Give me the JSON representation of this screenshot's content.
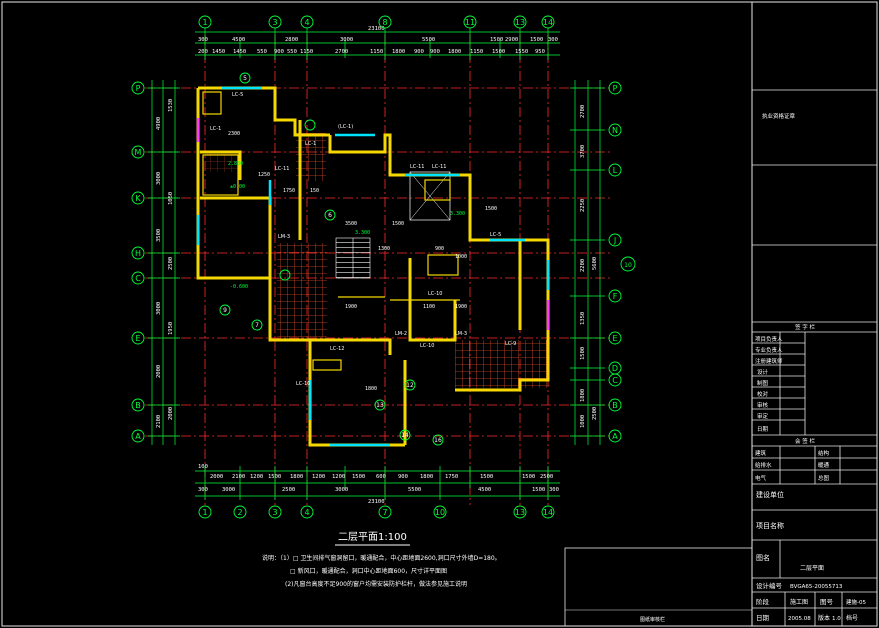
{
  "drawing": {
    "grid_top_labels": [
      "1",
      "3",
      "4",
      "8",
      "11",
      "13",
      "14"
    ],
    "grid_bottom_labels": [
      "1",
      "2",
      "3",
      "4",
      "7",
      "10",
      "13",
      "14"
    ],
    "grid_left_labels": [
      "P",
      "M",
      "K",
      "H",
      "C",
      "E",
      "B",
      "A"
    ],
    "grid_right_labels": [
      "P",
      "N",
      "L",
      "J",
      "10",
      "F",
      "E",
      "D",
      "C",
      "B",
      "A"
    ],
    "dim_top_total": "23100",
    "dim_top_row1": [
      "300",
      "4500",
      "2800",
      "3000",
      "5500",
      "1500",
      "2900",
      "1500",
      "300"
    ],
    "dim_top_row2": [
      "200",
      "1450",
      "1450",
      "550",
      "900",
      "550",
      "1150",
      "2700",
      "1150",
      "1800",
      "900",
      "900",
      "1800",
      "1150",
      "1500",
      "1550",
      "950"
    ],
    "dim_bottom_row1": [
      "100",
      "2000",
      "2100",
      "1200",
      "1500",
      "1800",
      "1200",
      "1200",
      "1500",
      "600",
      "900",
      "1800",
      "1750",
      "1500",
      "1500",
      "2500"
    ],
    "dim_bottom_row2": [
      "300",
      "3000",
      "2500",
      "3000",
      "5500",
      "4500",
      "1500",
      "300"
    ],
    "dim_bottom_total": "23100",
    "dim_left_vertical": [
      "4900",
      "1530",
      "3000",
      "1050",
      "3500",
      "2500",
      "3000",
      "1950",
      "2000",
      "2100",
      "2000"
    ],
    "dim_right_vertical": [
      "2700",
      "3700",
      "2250",
      "2200",
      "5600",
      "1350",
      "1500",
      "1800",
      "1000",
      "2500"
    ],
    "room_labels": [
      "LC-5",
      "LC-1",
      "(LC-1)",
      "LC-1",
      "LC-11",
      "LC-11",
      "LC-11",
      "LC-5",
      "LC-10",
      "LC-10",
      "LC-9",
      "LM-3",
      "LM-3",
      "LM-2",
      "LC-10",
      "LC-12"
    ],
    "annotations": [
      "2300",
      "1250",
      "1750",
      "150",
      "1500",
      "3500",
      "900",
      "1000",
      "1100",
      "1900",
      "1900",
      "1500",
      "1800",
      "1300",
      "2.800",
      "±0.00",
      "3.300",
      "-0.600",
      "3.300"
    ],
    "callouts": [
      "5",
      "6",
      "7",
      "9",
      "13",
      "14",
      "16",
      "12"
    ],
    "plan_title": "二层平面",
    "plan_scale": "1:100",
    "notes": [
      "说明：（1）□ 卫生间排气窗洞留口，暖通配合，中心距地面2600,洞口尺寸外墙D=180。",
      "□ 新风口，暖通配合，洞口中心距地面600，尺寸详平面图",
      "(2)凡窗台高度不足900的窗户均需安装防护栏杆，做法参见施工说明"
    ],
    "bottom_strip_note": "图纸审核栏"
  },
  "titleblock": {
    "approval_stamp": "执业资格证章",
    "signatures_header": "签  字  栏",
    "signature_roles": [
      "项目负责人",
      "专业负责人",
      "注册建筑师",
      "设计",
      "制图",
      "校对",
      "审核",
      "审定",
      "日期"
    ],
    "cosign_header": "会  签  栏",
    "cosign_roles": [
      "建筑",
      "结构",
      "给排水",
      "暖通",
      "电气",
      "总图"
    ],
    "client_label": "建设单位",
    "project_label": "项目名称",
    "drawing_name_label": "图名",
    "drawing_name": "二层平面",
    "drawing_number_label": "设计编号",
    "drawing_number": "BVGA65-20055713",
    "stage_label": "阶段",
    "stage_value": "施工图",
    "sheet_label": "图号",
    "sheet_value": "建施-05",
    "date_label": "日期",
    "date_value": "2005.08",
    "version_label": "版本",
    "version_value": "1.0",
    "extra_label": "档号"
  },
  "colors": {
    "axis_red": "#ff2a2a",
    "dim_green": "#00ff3a",
    "wall_yellow": "#f5d800",
    "cyan": "#00e5ff",
    "magenta": "#ff3bff",
    "orange_hatch": "#d84b2a",
    "text_white": "#ffffff",
    "frame_white": "#e8e8e8"
  }
}
